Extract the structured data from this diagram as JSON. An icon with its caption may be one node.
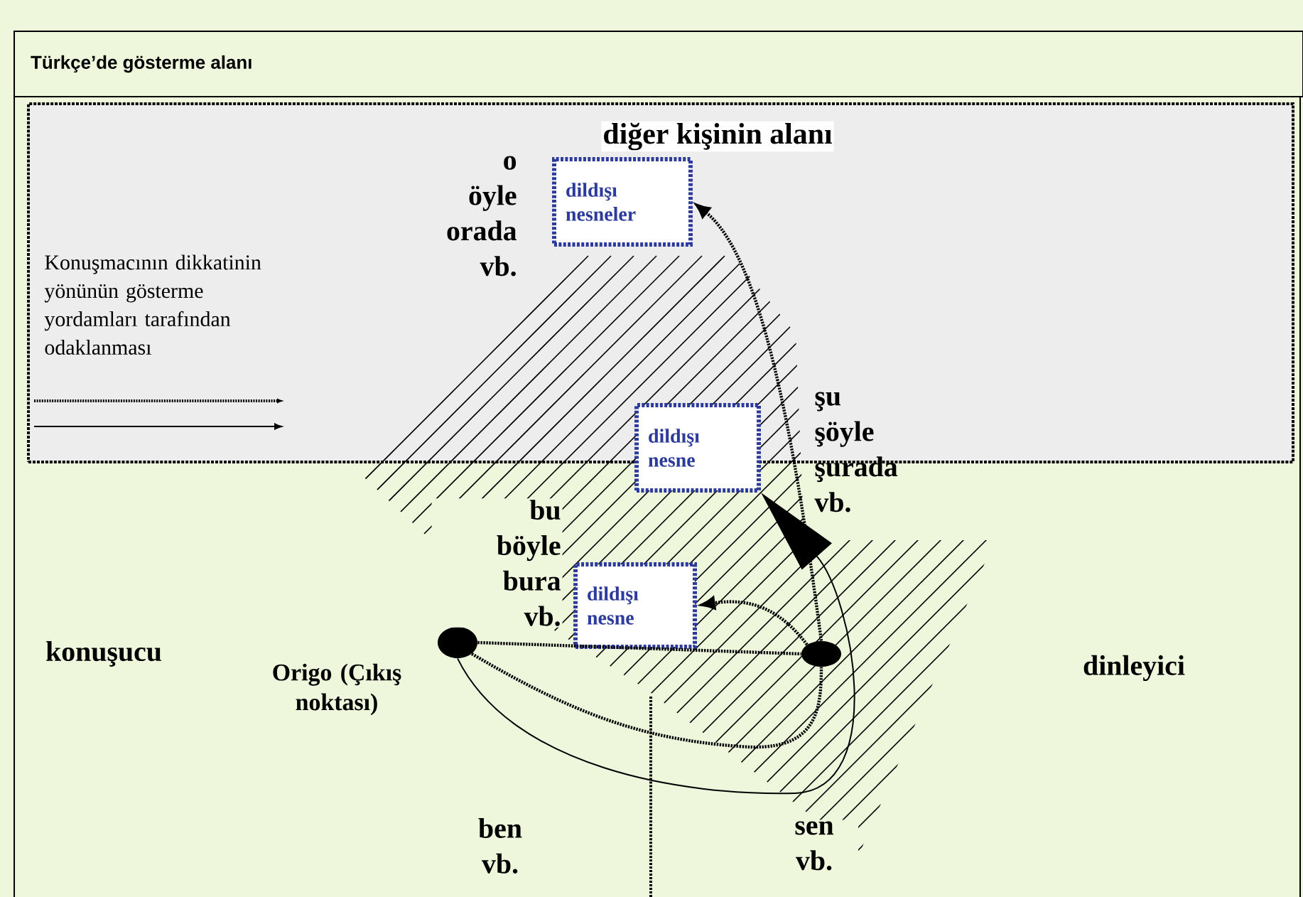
{
  "diagram": {
    "title": "Türkçe’de gösterme alanı",
    "nodes": [
      {
        "text": [
          "diğer kişinin alanı"
        ]
      },
      {
        "text": [
          "dildışı nesneler"
        ],
        "in": 0
      },
      {
        "text": [
          "dildışı nesne"
        ]
      },
      {
        "text": [
          "dildışı nesne"
        ]
      },
      {
        "text": [],
        "shape": "circle",
        "beside": [
          "Origo (Çıkış noktası)"
        ]
      },
      {
        "text": [],
        "shape": "circle"
      }
    ],
    "edges": [
      {
        "from": 5,
        "to": 1,
        "arrow": "to",
        "style": "dashed"
      },
      {
        "from": 5,
        "to": 3,
        "arrow": "to",
        "style": "dashed"
      },
      {
        "from": 4,
        "to": 5,
        "arrow": "none",
        "style": "dashed"
      },
      {
        "from": 4,
        "to": 5,
        "arrow": "none",
        "style": "dashed"
      },
      {
        "from": 4,
        "to": 2,
        "arrow": "to"
      }
    ],
    "labels": [
      "o öyle orada vb.",
      "şu şöyle şurada vb.",
      "bu böyle bura vb.",
      "konuşucu",
      "dinleyici",
      "ben vb.",
      "sen vb."
    ],
    "legend": [
      {
        "text": "Konuşmacının dikkatinin yönünün gösterme yordamları tarafından odaklanması"
      }
    ]
  }
}
